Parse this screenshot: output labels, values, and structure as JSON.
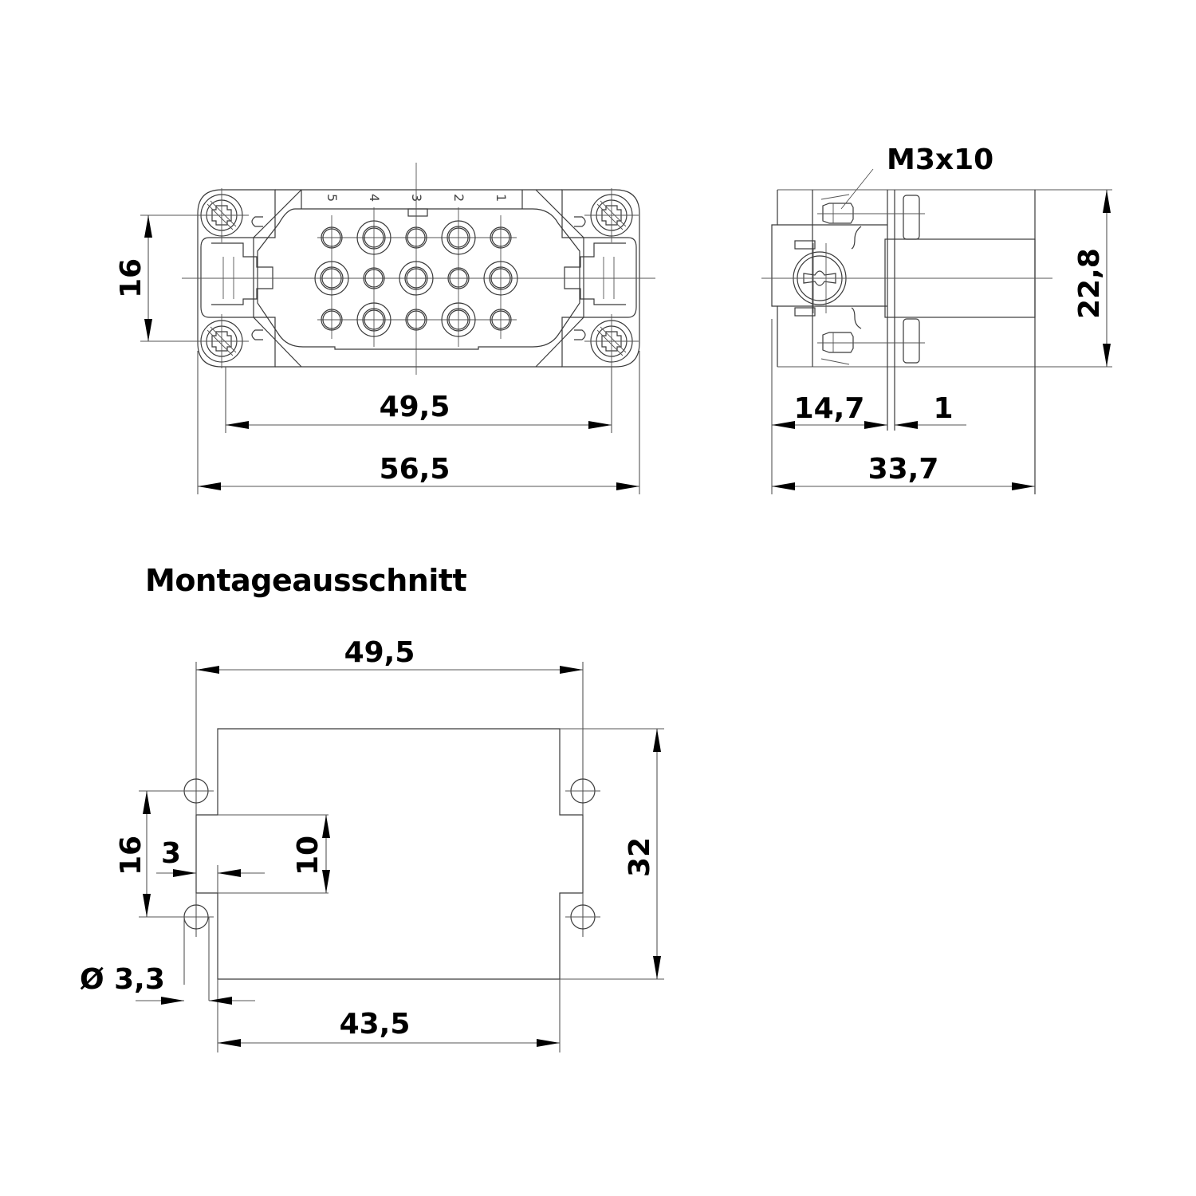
{
  "front_view": {
    "pin_columns": [
      "5",
      "4",
      "3",
      "2",
      "1"
    ],
    "dimensions": {
      "height_left": "16",
      "hole_spacing": "49,5",
      "overall_width": "56,5"
    }
  },
  "side_view": {
    "screw_label": "M3x10",
    "dimensions": {
      "height": "22,8",
      "front_depth": "14,7",
      "flange": "1",
      "overall_depth": "33,7"
    }
  },
  "cutout": {
    "title": "Montageausschnitt",
    "dimensions": {
      "hole_spacing": "49,5",
      "cutout_width": "43,5",
      "cutout_height": "32",
      "hole_vertical_spacing": "16",
      "notch_depth": "3",
      "notch_height": "10",
      "hole_diameter": "Ø 3,3"
    }
  }
}
